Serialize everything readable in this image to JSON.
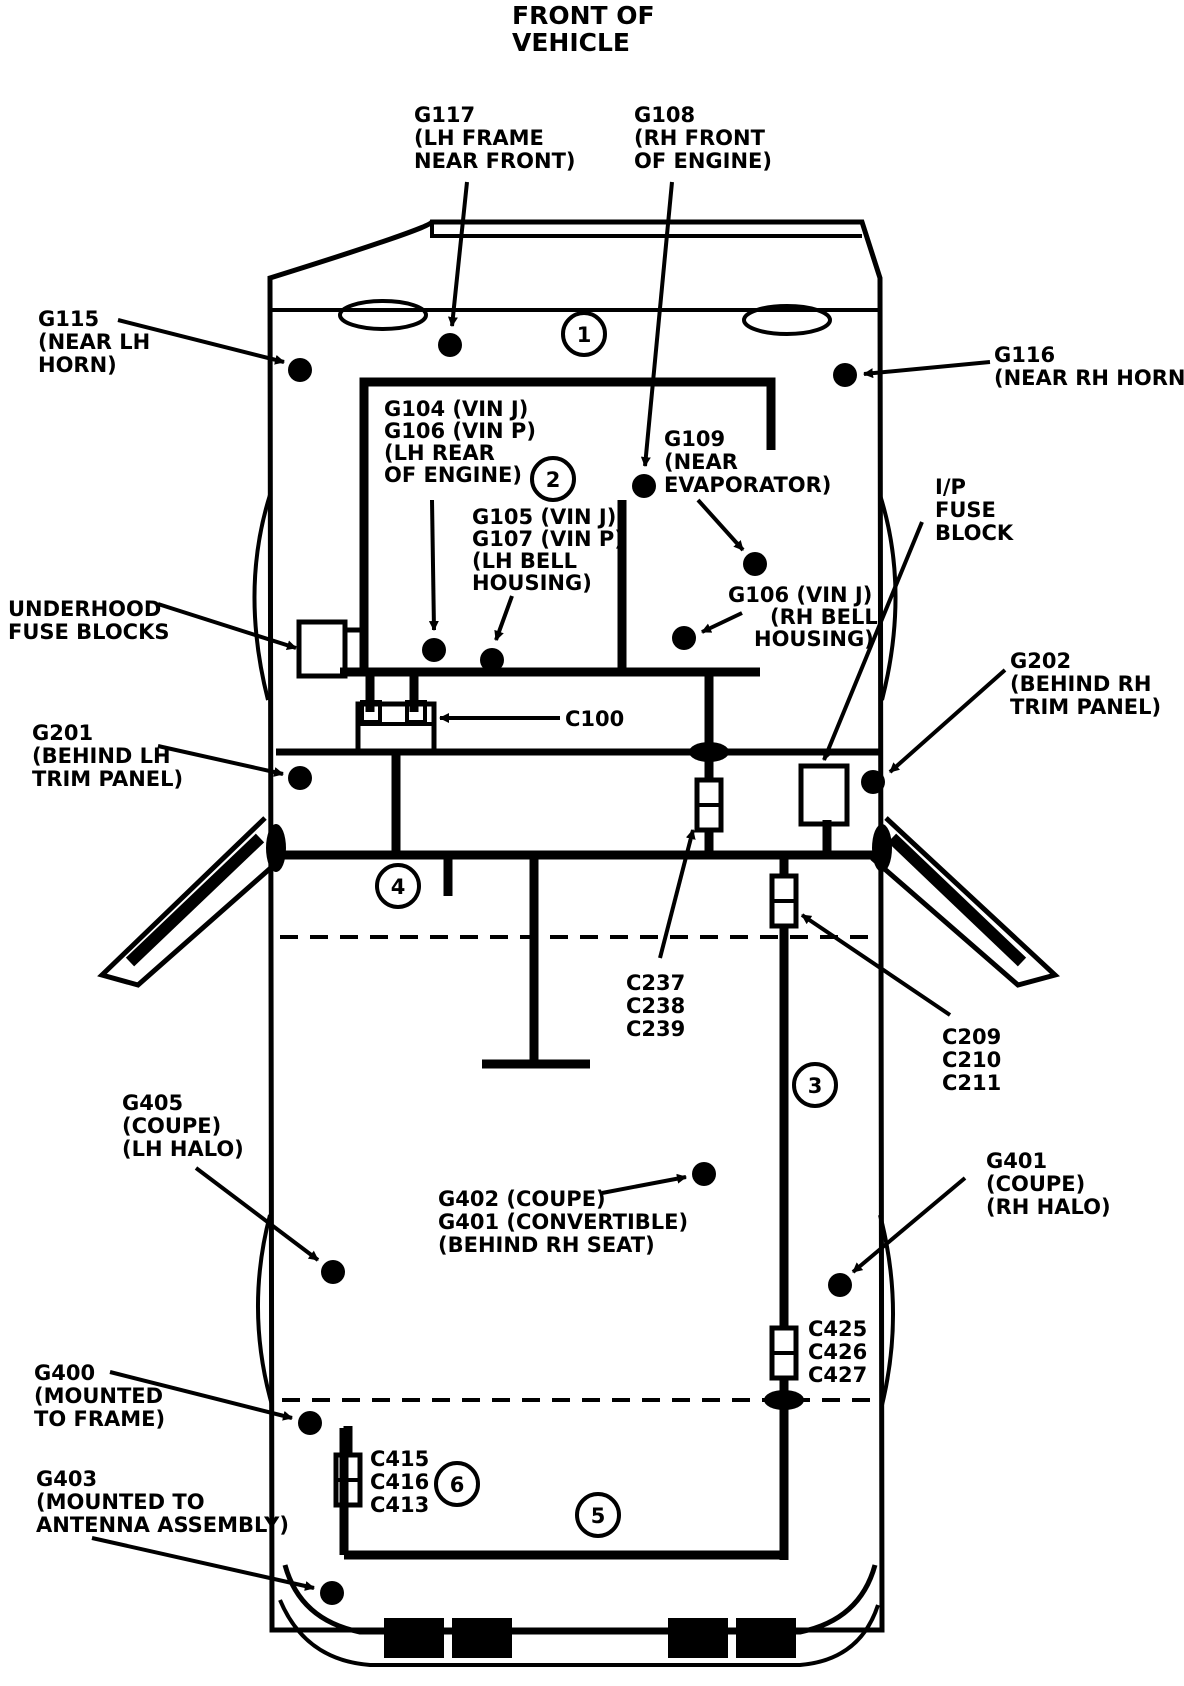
{
  "title": [
    "FRONT OF",
    "VEHICLE"
  ],
  "labels": {
    "g117": [
      "G117",
      "(LH FRAME",
      "NEAR FRONT)"
    ],
    "g108": [
      "G108",
      "(RH FRONT",
      "OF ENGINE)"
    ],
    "g115": [
      "G115",
      "(NEAR LH",
      "HORN)"
    ],
    "g116": [
      "G116",
      "(NEAR RH HORN)"
    ],
    "g104": [
      "G104  (VIN J)",
      "G106  (VIN P)",
      "(LH REAR",
      "OF ENGINE)"
    ],
    "g109": [
      "G109",
      "(NEAR",
      "EVAPORATOR)"
    ],
    "g105": [
      "G105  (VIN J)",
      "G107  (VIN P)",
      "(LH BELL",
      "HOUSING)"
    ],
    "ip_fuse": [
      "I/P",
      "FUSE",
      "BLOCK"
    ],
    "underhood": [
      "UNDERHOOD",
      "FUSE BLOCKS"
    ],
    "g106j": [
      "G106  (VIN J)",
      "(RH BELL",
      "HOUSING)"
    ],
    "c100": [
      "C100"
    ],
    "g202": [
      "G202",
      "(BEHIND RH",
      "TRIM PANEL)"
    ],
    "g201": [
      "G201",
      "(BEHIND LH",
      "TRIM PANEL)"
    ],
    "c237": [
      "C237",
      "C238",
      "C239"
    ],
    "c209": [
      "C209",
      "C210",
      "C211"
    ],
    "g405": [
      "G405",
      "(COUPE)",
      "(LH HALO)"
    ],
    "g401r": [
      "G401",
      "(COUPE)",
      "(RH HALO)"
    ],
    "g402": [
      "G402  (COUPE)",
      "G401  (CONVERTIBLE)",
      "(BEHIND RH SEAT)"
    ],
    "c425": [
      "C425",
      "C426",
      "C427"
    ],
    "g400": [
      "G400",
      "(MOUNTED",
      "TO FRAME)"
    ],
    "c415": [
      "C415",
      "C416",
      "C413"
    ],
    "g403": [
      "G403",
      "(MOUNTED TO",
      "ANTENNA ASSEMBLY)"
    ]
  },
  "zones": [
    "1",
    "2",
    "3",
    "4",
    "5",
    "6"
  ]
}
